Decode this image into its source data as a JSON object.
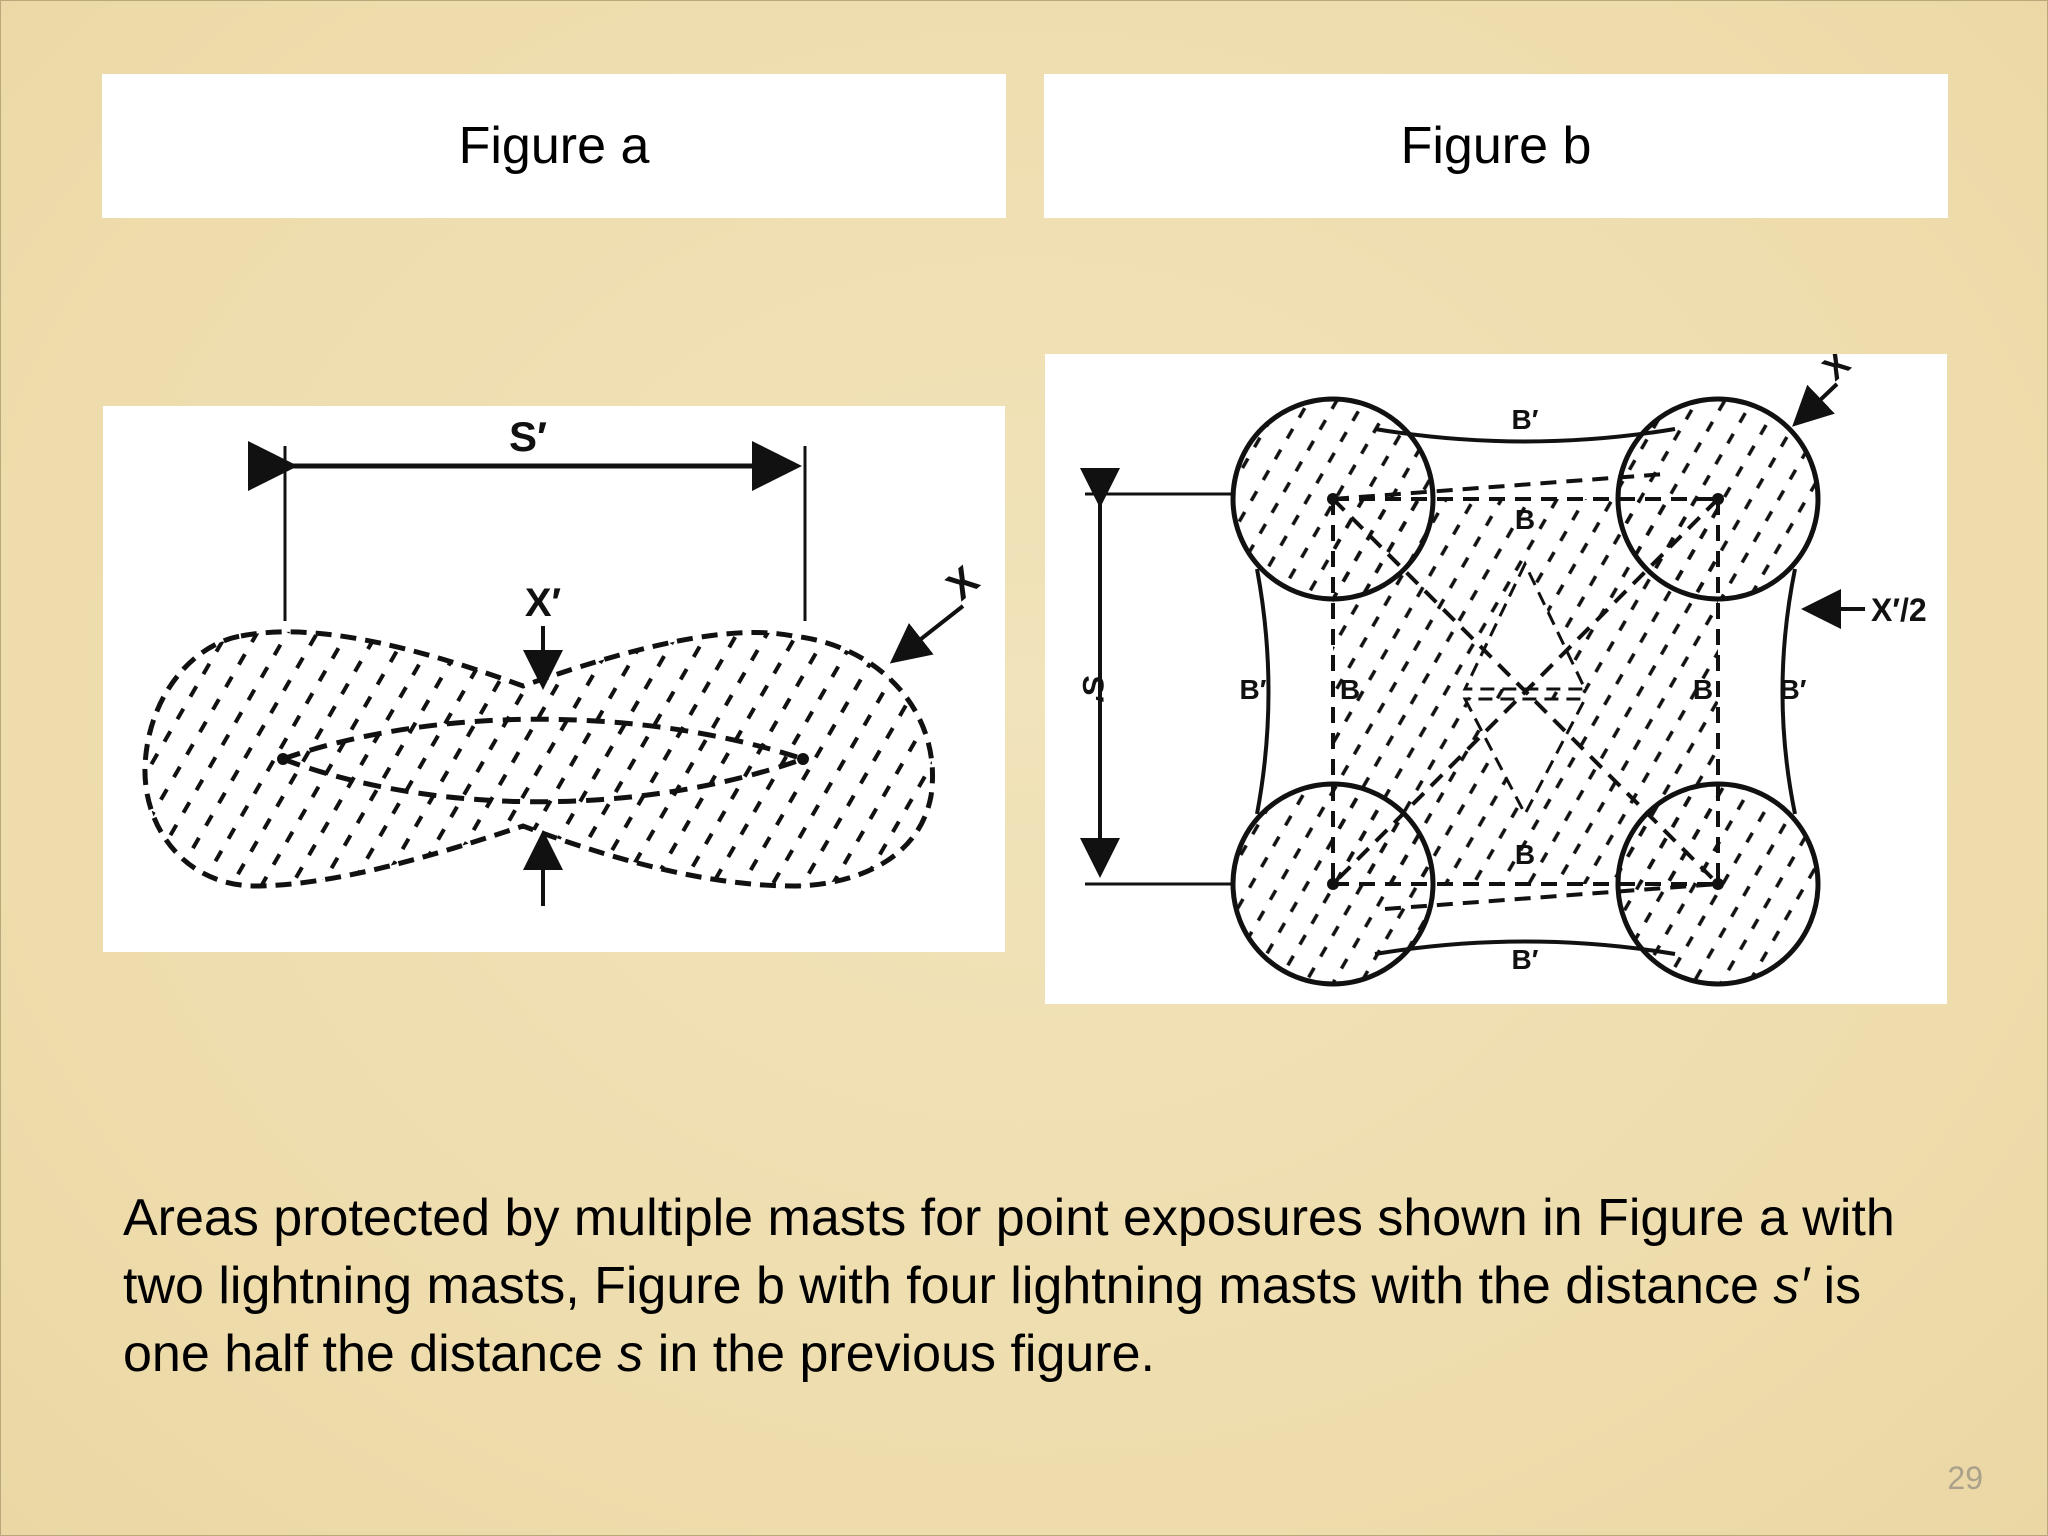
{
  "figure_a": {
    "title": "Figure a",
    "labels": {
      "spacing": "S′",
      "zone_width": "X′",
      "radius": "X"
    }
  },
  "figure_b": {
    "title": "Figure b",
    "labels": {
      "spacing": "S′",
      "radius": "X",
      "half_width": "X′/2",
      "b_prime_top": "B′",
      "b_prime_bottom": "B′",
      "b_prime_left": "B′",
      "b_prime_right": "B′",
      "b_top": "B",
      "b_bottom": "B",
      "b_left": "B",
      "b_right": "B"
    }
  },
  "caption": {
    "part1": "Areas protected by multiple masts for point exposures shown in Figure a with two lightning masts, Figure b with four lightning masts with the distance ",
    "s_prime": "s′",
    "part2": " is one half the distance ",
    "s": "s",
    "part3": " in the previous figure."
  },
  "page_number": "29"
}
